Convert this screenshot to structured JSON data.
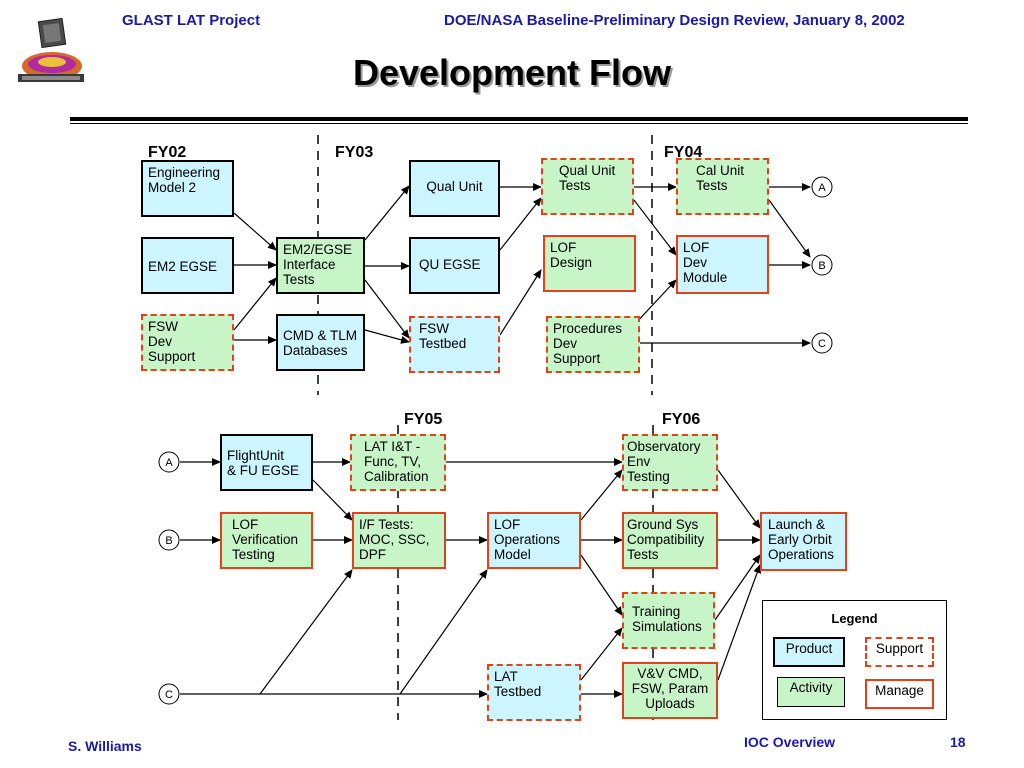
{
  "header": {
    "left": "GLAST LAT Project",
    "right": "DOE/NASA Baseline-Preliminary Design Review, January 8, 2002"
  },
  "title": "Development Flow",
  "fiscal_years": {
    "fy02": "FY02",
    "fy03": "FY03",
    "fy04": "FY04",
    "fy05": "FY05",
    "fy06": "FY06"
  },
  "top_flow": {
    "engineering_model": "Engineering\n Model 2",
    "em2_egse": "EM2 EGSE",
    "fsw_dev_support": "FSW\nDev\nSupport",
    "em2_egse_interface_tests": "EM2/EGSE\n Interface\n Tests",
    "cmd_tlm_databases": "CMD & TLM\nDatabases",
    "qual_unit": "Qual Unit",
    "qu_egse": "QU EGSE",
    "fsw_testbed": "FSW\nTestbed",
    "qual_unit_tests": "Qual Unit\nTests",
    "lof_design": "LOF\nDesign",
    "procedures_dev_support": "Procedures\nDev\nSupport",
    "cal_unit_tests": "Cal Unit\nTests",
    "lof_dev_module": "LOF\nDev\nModule"
  },
  "bottom_flow": {
    "flight_unit_egse": "FlightUnit\n& FU EGSE",
    "lof_verification_testing": "LOF\nVerification\nTesting",
    "lat_it": "LAT I&T -\nFunc, TV,\nCalibration",
    "if_tests": "I/F Tests:\nMOC, SSC,\nDPF",
    "lof_operations_model": "LOF\nOperations\n Model",
    "lat_testbed": "LAT\nTestbed",
    "observatory_env_testing": "Observatory\nEnv\nTesting",
    "ground_sys_compat_tests": "Ground Sys\nCompatibility\nTests",
    "training_simulations": "Training\nSimulations",
    "vv_cmd_uploads": "V&V CMD,\nFSW, Param\nUploads",
    "launch_early_orbit": "Launch &\nEarly Orbit\nOperations"
  },
  "connectors": {
    "a": "A",
    "b": "B",
    "c": "C"
  },
  "legend": {
    "title": "Legend",
    "product": "Product",
    "support": "Support",
    "activity": "Activity",
    "manage": "Manage"
  },
  "footer": {
    "author": "S. Williams",
    "subject": "IOC Overview",
    "page": "18"
  },
  "colors": {
    "header_text": "#1a1aa6",
    "product_fill": "#ccf5ff",
    "activity_fill": "#c8f5c8",
    "manage_border": "#e0421c"
  }
}
